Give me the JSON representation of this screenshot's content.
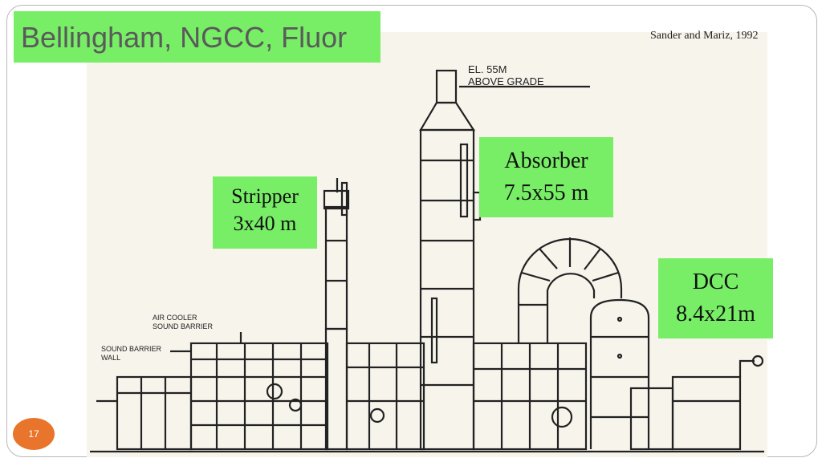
{
  "slide": {
    "title": "Bellingham, NGCC, Fluor",
    "citation": "Sander and Mariz, 1992",
    "page_number": "17"
  },
  "drawing": {
    "elevation_line1": "EL. 55M",
    "elevation_line2": "ABOVE GRADE",
    "air_cooler_line1": "AIR COOLER",
    "air_cooler_line2": "SOUND BARRIER",
    "sound_barrier_line1": "SOUND BARRIER",
    "sound_barrier_line2": "WALL"
  },
  "labels": {
    "stripper": {
      "name": "Stripper",
      "size": "3x40 m"
    },
    "absorber": {
      "name": "Absorber",
      "size": "7.5x55 m"
    },
    "dcc": {
      "name": "DCC",
      "size": "8.4x21m"
    }
  },
  "colors": {
    "label_green": "#77ee66",
    "badge_orange": "#e9742b",
    "title_gray": "#5a5a5a"
  }
}
